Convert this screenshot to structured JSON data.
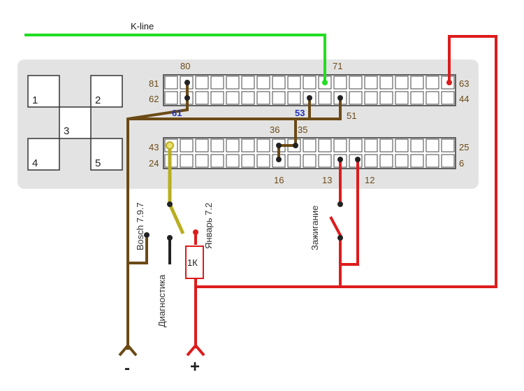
{
  "wires": {
    "kline_label": "K-line",
    "colors": {
      "kline": "#22dd22",
      "power": "#dd1c1c",
      "ground": "#6b4a16",
      "diag": "#b9ae20"
    }
  },
  "connector": {
    "top_pins": {
      "p81": "81",
      "p62": "62",
      "p80": "80",
      "p71": "71",
      "p63": "63",
      "p44": "44",
      "p61": "61",
      "p53": "53",
      "p51": "51"
    },
    "bottom_pins": {
      "p36": "36",
      "p35": "35",
      "p43": "43",
      "p24": "24",
      "p25": "25",
      "p6": "6",
      "p16": "16",
      "p13": "13",
      "p12": "12"
    }
  },
  "plug": {
    "p1": "1",
    "p2": "2",
    "p3": "3",
    "p4": "4",
    "p5": "5"
  },
  "labels": {
    "bosch": "Bosch 7.9.7",
    "january": "Январь 7.2",
    "diagnostics": "Диагностика",
    "ignition": "Зажигание",
    "resistor": "1К",
    "minus": "-",
    "plus": "+"
  }
}
